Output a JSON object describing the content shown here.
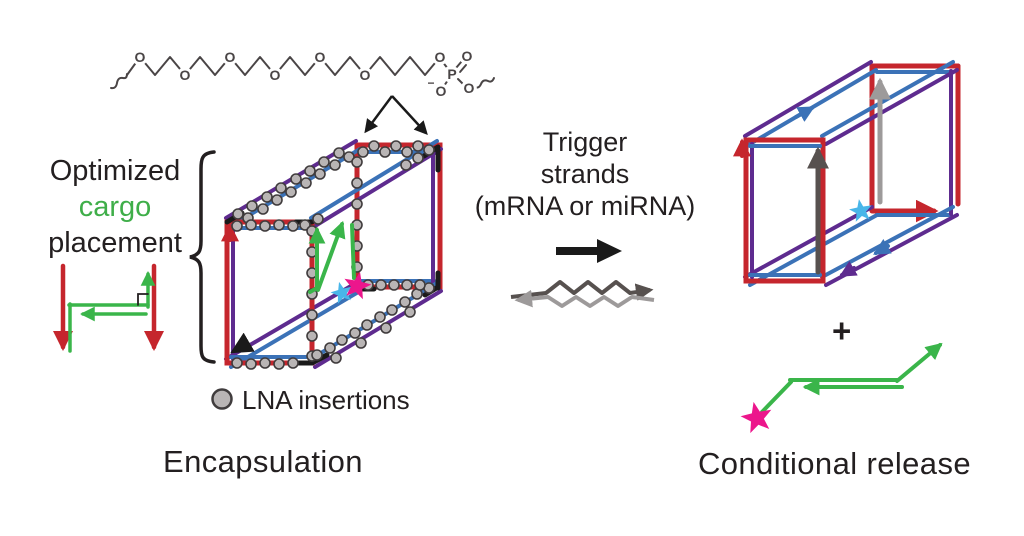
{
  "figure": {
    "left_label": {
      "line1": "Optimized",
      "line2": "cargo",
      "line3": "placement"
    },
    "trigger_label": {
      "line1": "Trigger",
      "line2": "strands",
      "line3": "(mRNA or miRNA)"
    },
    "legend": {
      "lna_label": "LNA insertions"
    },
    "captions": {
      "left": "Encapsulation",
      "plus": "+",
      "right": "Conditional release"
    }
  },
  "chemistry": {
    "oxygen": "O",
    "phosphorus": "P",
    "minus": "−"
  },
  "palette": {
    "strand_red": "#c5262d",
    "strand_blue": "#3b72b7",
    "strand_purple": "#5e2b8f",
    "cargo_green": "#3ab54a",
    "lna_fill": "#b9b5b5",
    "lna_stroke": "#403c3d",
    "trigger_dark_gray": "#57514f",
    "trigger_light_gray": "#9d9a9a",
    "star_cyan": "#49b6e9",
    "star_magenta": "#ec168c",
    "ink_black": "#231f20",
    "chem_gray": "#4a4546"
  }
}
